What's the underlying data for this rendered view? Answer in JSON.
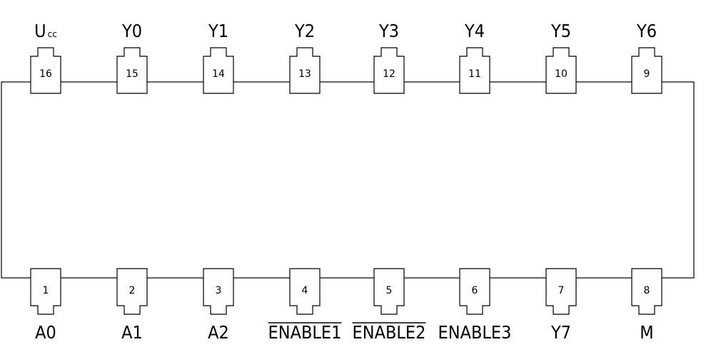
{
  "component": {
    "top_pins": [
      {
        "number": "16",
        "label": "U",
        "label_sub": "cc",
        "overbar": false
      },
      {
        "number": "15",
        "label": "Y0",
        "label_sub": "",
        "overbar": false
      },
      {
        "number": "14",
        "label": "Y1",
        "label_sub": "",
        "overbar": false
      },
      {
        "number": "13",
        "label": "Y2",
        "label_sub": "",
        "overbar": false
      },
      {
        "number": "12",
        "label": "Y3",
        "label_sub": "",
        "overbar": false
      },
      {
        "number": "11",
        "label": "Y4",
        "label_sub": "",
        "overbar": false
      },
      {
        "number": "10",
        "label": "Y5",
        "label_sub": "",
        "overbar": false
      },
      {
        "number": "9",
        "label": "Y6",
        "label_sub": "",
        "overbar": false
      }
    ],
    "bottom_pins": [
      {
        "number": "1",
        "label": "A0",
        "label_sub": "",
        "overbar": false
      },
      {
        "number": "2",
        "label": "A1",
        "label_sub": "",
        "overbar": false
      },
      {
        "number": "3",
        "label": "A2",
        "label_sub": "",
        "overbar": false
      },
      {
        "number": "4",
        "label": "ENABLE1",
        "label_sub": "",
        "overbar": true
      },
      {
        "number": "5",
        "label": "ENABLE2",
        "label_sub": "",
        "overbar": true
      },
      {
        "number": "6",
        "label": "ENABLE3",
        "label_sub": "",
        "overbar": false
      },
      {
        "number": "7",
        "label": "Y7",
        "label_sub": "",
        "overbar": false
      },
      {
        "number": "8",
        "label": "M",
        "label_sub": "",
        "overbar": false
      }
    ]
  }
}
